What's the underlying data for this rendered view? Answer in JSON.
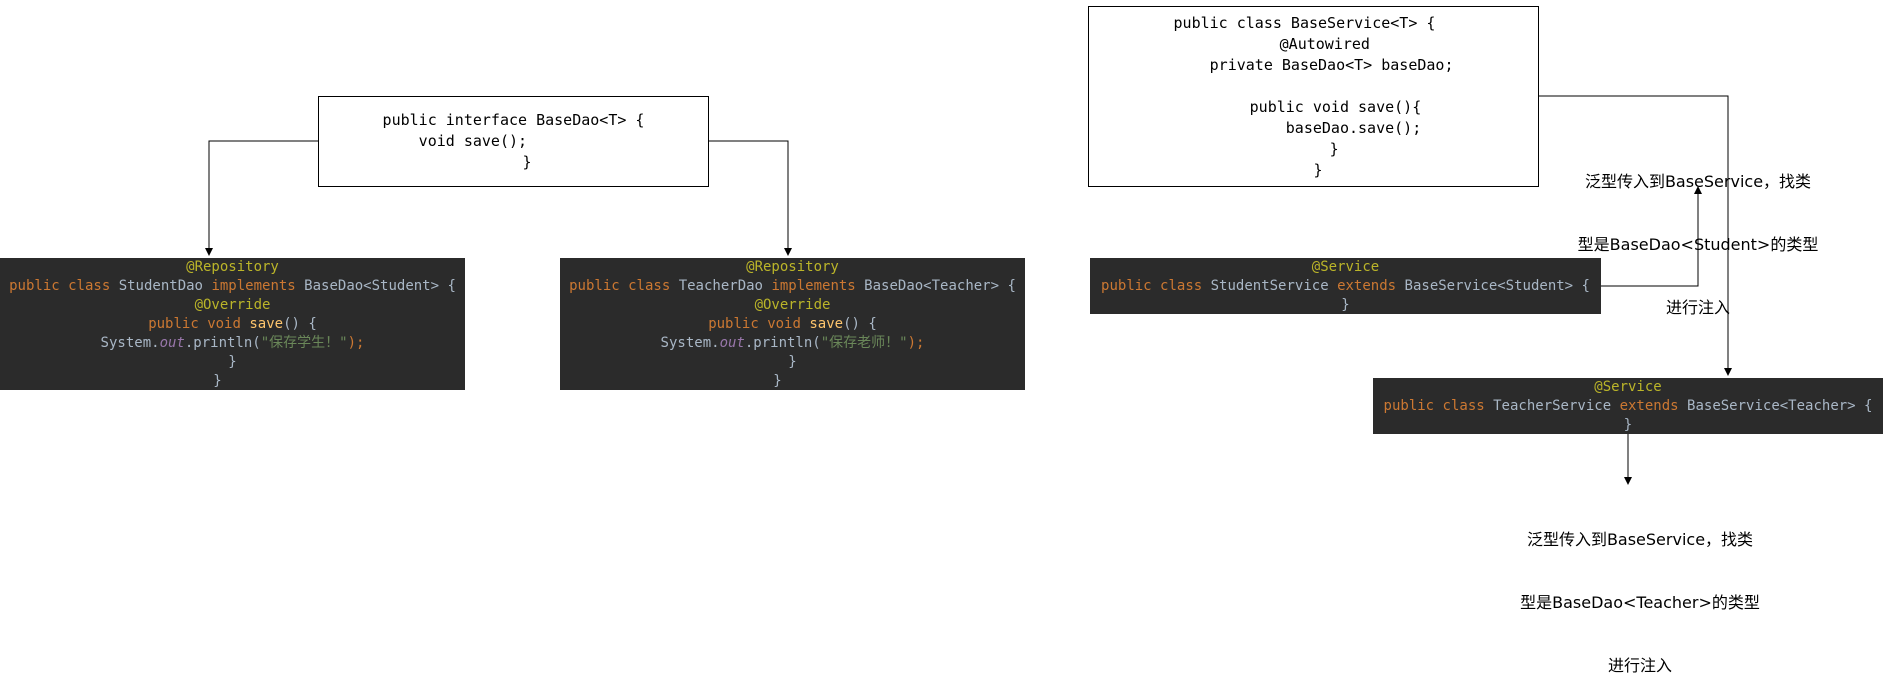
{
  "base_dao": {
    "lines": [
      "public interface BaseDao<T> {",
      "    void save();",
      "}"
    ]
  },
  "student_dao": {
    "annotation": "@Repository",
    "decl_kw": "public class",
    "decl_name": "StudentDao",
    "decl_impl_kw": "implements",
    "decl_iface": "BaseDao<Student> {",
    "override": "@Override",
    "method_kw": "public void",
    "method_name": "save",
    "method_rest": "() {",
    "call_obj": "System.",
    "call_field": "out",
    "call_rest": ".println(",
    "call_str": "\"保存学生！\"",
    "call_end": ");",
    "close_inner": "}",
    "close_outer": "}"
  },
  "teacher_dao": {
    "annotation": "@Repository",
    "decl_kw": "public class",
    "decl_name": "TeacherDao",
    "decl_impl_kw": "implements",
    "decl_iface": "BaseDao<Teacher> {",
    "override": "@Override",
    "method_kw": "public void",
    "method_name": "save",
    "method_rest": "() {",
    "call_obj": "System.",
    "call_field": "out",
    "call_rest": ".println(",
    "call_str": "\"保存老师！\"",
    "call_end": ");",
    "close_inner": "}",
    "close_outer": "}"
  },
  "base_service": {
    "lines": [
      "public class BaseService<T> {",
      "    @Autowired",
      "    private BaseDao<T> baseDao;",
      "",
      "    public void save(){",
      "        baseDao.save();",
      "    }",
      "}"
    ]
  },
  "student_service": {
    "annotation": "@Service",
    "decl_kw": "public class",
    "decl_name": "StudentService",
    "decl_ext_kw": "extends",
    "decl_parent": "BaseService<Student> {",
    "close": "}"
  },
  "teacher_service": {
    "annotation": "@Service",
    "decl_kw": "public class",
    "decl_name": "TeacherService",
    "decl_ext_kw": "extends",
    "decl_parent": "BaseService<Teacher> {",
    "close": "}"
  },
  "note_student": {
    "lines": [
      "泛型传入到BaseService，找类",
      "型是BaseDao<Student>的类型",
      "进行注入"
    ]
  },
  "note_teacher": {
    "lines": [
      "泛型传入到BaseService，找类",
      "型是BaseDao<Teacher>的类型",
      "进行注入"
    ]
  },
  "colors": {
    "code_bg": "#2b2b2b",
    "annotation": "#bbb529",
    "keyword": "#cc7832",
    "method": "#ffc66d",
    "field": "#9876aa",
    "string": "#6a8759",
    "plain": "#a9b7c6"
  }
}
